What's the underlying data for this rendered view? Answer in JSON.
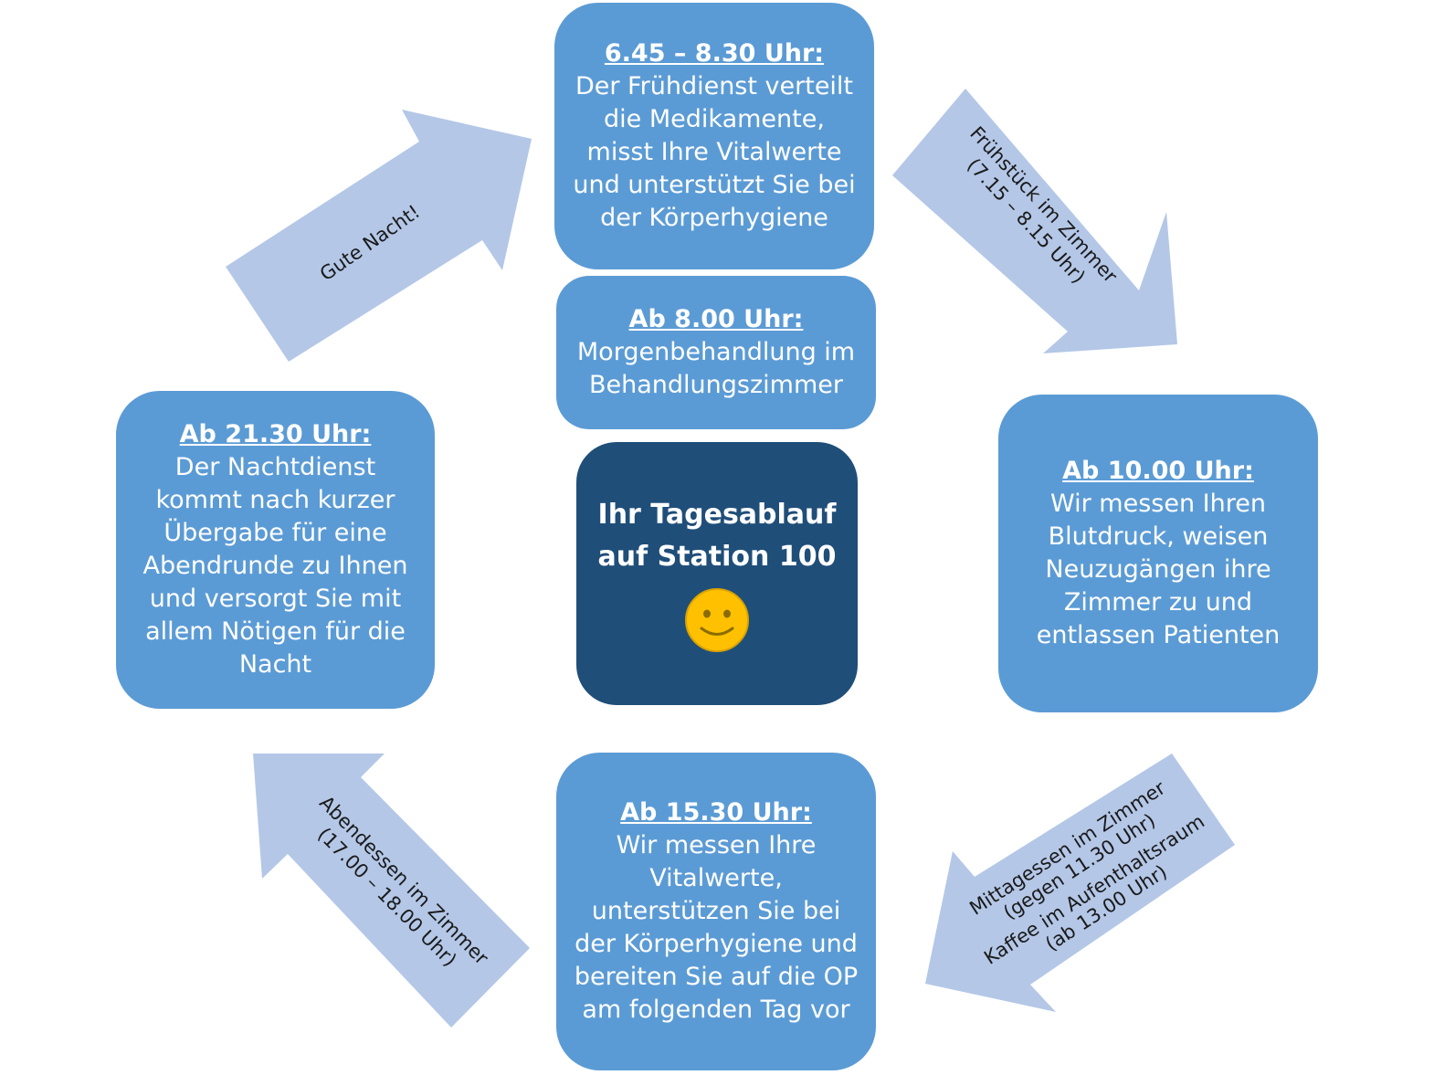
{
  "center": {
    "title": "Ihr Tagesablauf auf Station 100",
    "icon": "smiley-icon"
  },
  "boxes": {
    "morning": {
      "time": "6.45 – 8.30 Uhr:",
      "text": "Der Frühdienst verteilt die Medikamente, misst Ihre Vitalwerte und unterstützt Sie bei der Körperhygiene"
    },
    "treatment": {
      "time": "Ab 8.00 Uhr:",
      "text": "Morgenbehandlung im Behandlungszimmer"
    },
    "forenoon": {
      "time": "Ab 10.00 Uhr:",
      "text": "Wir messen Ihren Blutdruck, weisen Neuzugängen ihre Zimmer zu und entlassen Patienten"
    },
    "afternoon": {
      "time": "Ab 15.30 Uhr:",
      "text": "Wir messen Ihre Vitalwerte, unterstützen Sie bei der Körperhygiene und bereiten Sie auf die OP am folgenden Tag vor"
    },
    "night": {
      "time": "Ab 21.30 Uhr:",
      "text": "Der Nachtdienst kommt nach kurzer Übergabe für eine Abendrunde zu Ihnen und versorgt Sie mit allem Nötigen für die Nacht"
    }
  },
  "arrows": {
    "breakfast": {
      "line1": "Frühstück im Zimmer",
      "line2": "(7.15 – 8.15 Uhr)"
    },
    "lunch": {
      "line1": "Mittagessen im Zimmer",
      "line2": "(gegen 11.30 Uhr)",
      "line3": "Kaffee im Aufenthaltsraum",
      "line4": "(ab 13.00 Uhr)"
    },
    "dinner": {
      "line1": "Abendessen im Zimmer",
      "line2": "(17.00 – 18.00 Uhr)"
    },
    "goodnight": {
      "line1": "Gute Nacht!"
    }
  },
  "colors": {
    "box": "#5b9bd5",
    "center": "#1f4e79",
    "arrow": "#b4c7e7",
    "smiley": "#ffc000"
  }
}
